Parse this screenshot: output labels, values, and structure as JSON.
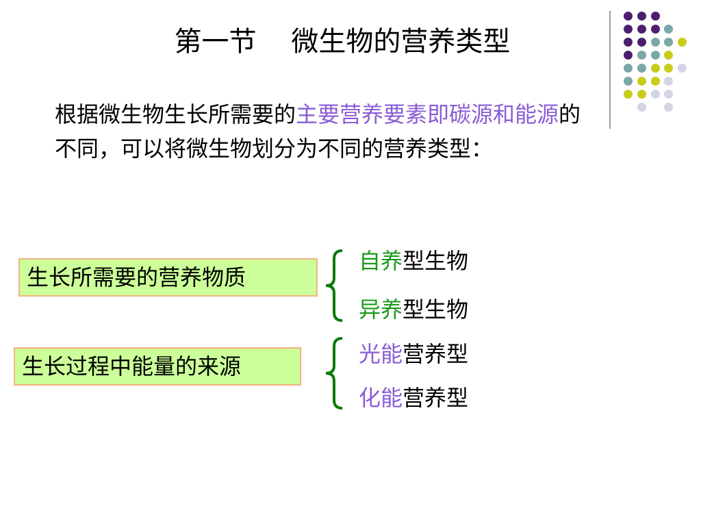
{
  "slide": {
    "title": "第一节    微生物的营养类型",
    "intro": {
      "before": "根据微生物生长所需要的",
      "highlight": "主要营养要素即碳源和能源",
      "after": "的不同，可以将微生物划分为不同的营养类型："
    },
    "groups": [
      {
        "label": "生长所需要的营养物质",
        "items": [
          {
            "key": "自养",
            "rest": "型生物",
            "key_color": "#1a9a1a"
          },
          {
            "key": "异养",
            "rest": "型生物",
            "key_color": "#1a9a1a"
          }
        ]
      },
      {
        "label": "生长过程中能量的来源",
        "items": [
          {
            "key": "光能",
            "rest": "营养型",
            "key_color": "#8a5cd6"
          },
          {
            "key": "化能",
            "rest": "营养型",
            "key_color": "#8a5cd6"
          }
        ]
      }
    ]
  },
  "colors": {
    "brace": "#0a7a0a",
    "box_fill": "#ccff99",
    "box_border": "#f4b183",
    "dot_purple": "#4b1f6e",
    "dot_teal": "#7aa8a6",
    "dot_yellow": "#c9cc1a",
    "dot_lavender": "#d4d4e6"
  }
}
